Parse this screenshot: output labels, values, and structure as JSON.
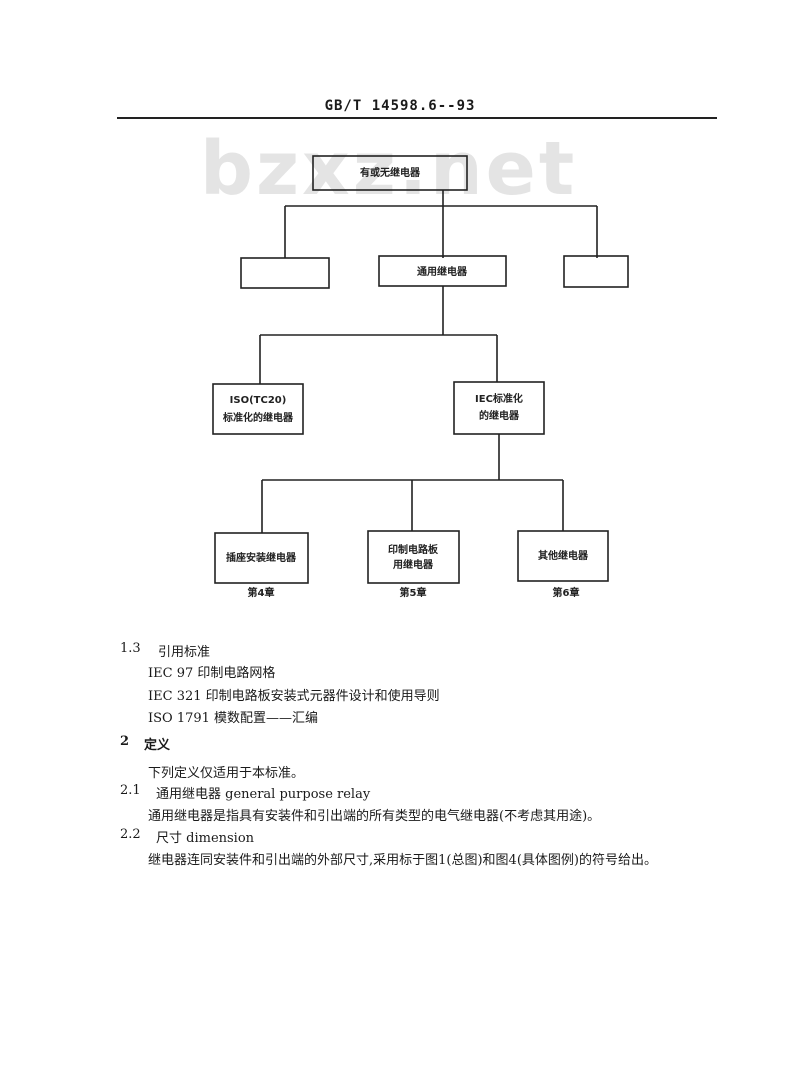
{
  "header": {
    "code": "GB/T 14598.6--93",
    "watermark": "bzxz.net"
  },
  "diagram": {
    "top_box": "有或无继电器",
    "mid_box": "通用继电器",
    "iso_box": [
      "ISO(TC20)",
      "标准化的继电器"
    ],
    "iec_box": [
      "IEC标准化",
      "的继电器"
    ],
    "bottom_boxes": [
      {
        "lines": [
          "插座安装继电器"
        ],
        "chapter": "第4章"
      },
      {
        "lines": [
          "印制电路板",
          "用继电器"
        ],
        "chapter": "第5章"
      },
      {
        "lines": [
          "其他继电器"
        ],
        "chapter": "第6章"
      }
    ]
  },
  "body": {
    "s13_num": "1.3",
    "s13_title": "引用标准",
    "refs": [
      "IEC 97   印制电路网格",
      "IEC 321   印制电路板安装式元器件设计和使用导则",
      "ISO 1791   模数配置——汇编"
    ],
    "s2_num": "2",
    "s2_title": "定义",
    "s2_intro": "下列定义仅适用于本标准。",
    "s21_num": "2.1",
    "s21_title": "通用继电器   general purpose relay",
    "s21_text": "通用继电器是指具有安装件和引出端的所有类型的电气继电器(不考虑其用途)。",
    "s22_num": "2.2",
    "s22_title": "尺寸   dimension",
    "s22_text": "继电器连同安装件和引出端的外部尺寸,采用标于图1(总图)和图4(具体图例)的符号给出。"
  }
}
